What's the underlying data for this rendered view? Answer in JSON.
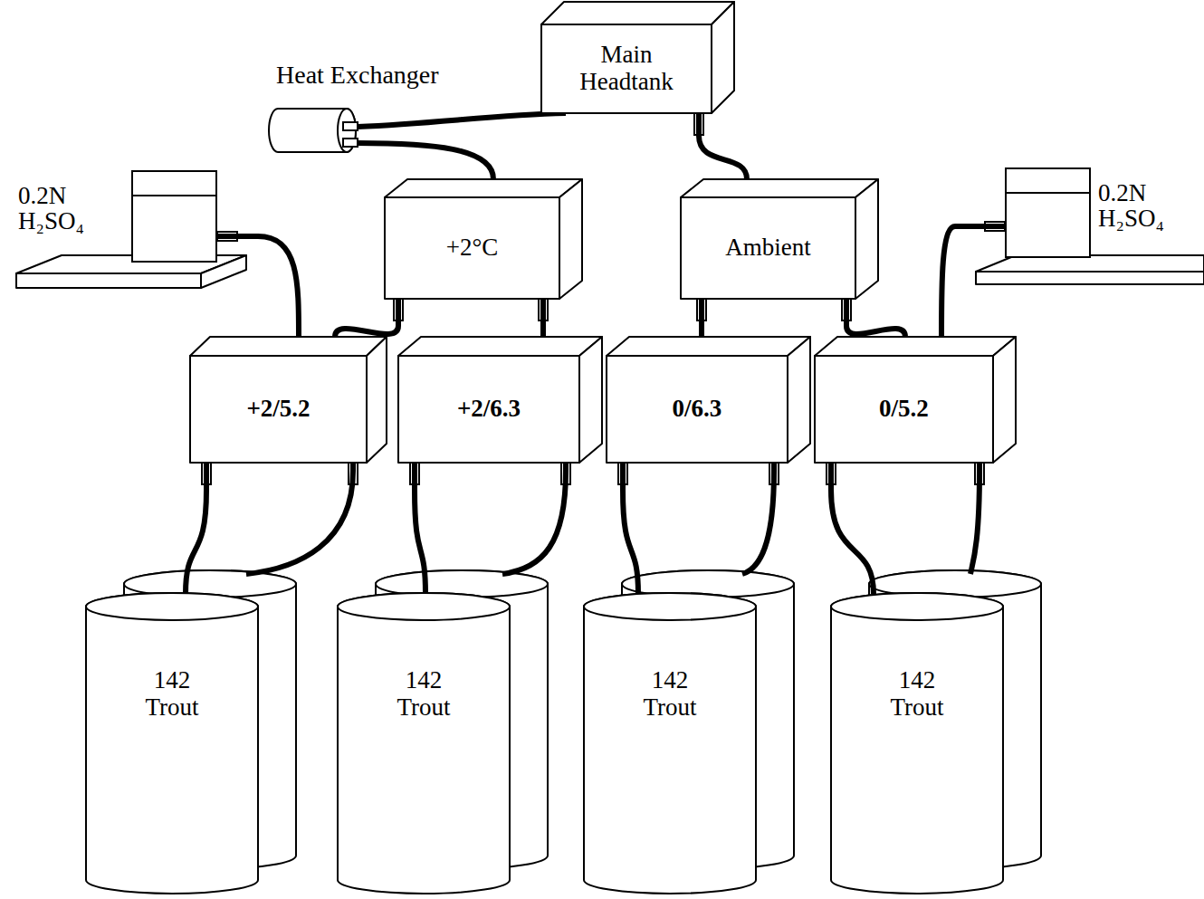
{
  "diagram": {
    "nodes": [
      {
        "text": [
          "Main Headtank"
        ]
      },
      {
        "text": [
          "Heat Exchanger"
        ]
      },
      {
        "text": [
          "+2°C"
        ]
      },
      {
        "text": [
          "Ambient"
        ]
      },
      {
        "text": [
          "0.2N H₂SO₄"
        ]
      },
      {
        "text": [
          "0.2N H₂SO₄"
        ]
      },
      {
        "text": [
          "+2/5.2"
        ]
      },
      {
        "text": [
          "+2/6.3"
        ]
      },
      {
        "text": [
          "0/6.3"
        ]
      },
      {
        "text": [
          "0/5.2"
        ]
      },
      {
        "text": [
          "142 Trout"
        ]
      },
      {
        "text": [
          "142 Trout"
        ]
      },
      {
        "text": [
          "142 Trout"
        ]
      },
      {
        "text": [
          "142 Trout"
        ]
      }
    ],
    "edges": [
      {
        "from": 0,
        "to": 1,
        "arrow": "none"
      },
      {
        "from": 1,
        "to": 2,
        "arrow": "none"
      },
      {
        "from": 0,
        "to": 3,
        "arrow": "none"
      },
      {
        "from": 4,
        "to": 6,
        "arrow": "none"
      },
      {
        "from": 2,
        "to": 6,
        "arrow": "none"
      },
      {
        "from": 2,
        "to": 7,
        "arrow": "none"
      },
      {
        "from": 3,
        "to": 8,
        "arrow": "none"
      },
      {
        "from": 3,
        "to": 9,
        "arrow": "none"
      },
      {
        "from": 5,
        "to": 9,
        "arrow": "none"
      },
      {
        "from": 6,
        "to": 10,
        "arrow": "none"
      },
      {
        "from": 7,
        "to": 11,
        "arrow": "none"
      },
      {
        "from": 8,
        "to": 12,
        "arrow": "none"
      },
      {
        "from": 9,
        "to": 13,
        "arrow": "none"
      }
    ]
  }
}
